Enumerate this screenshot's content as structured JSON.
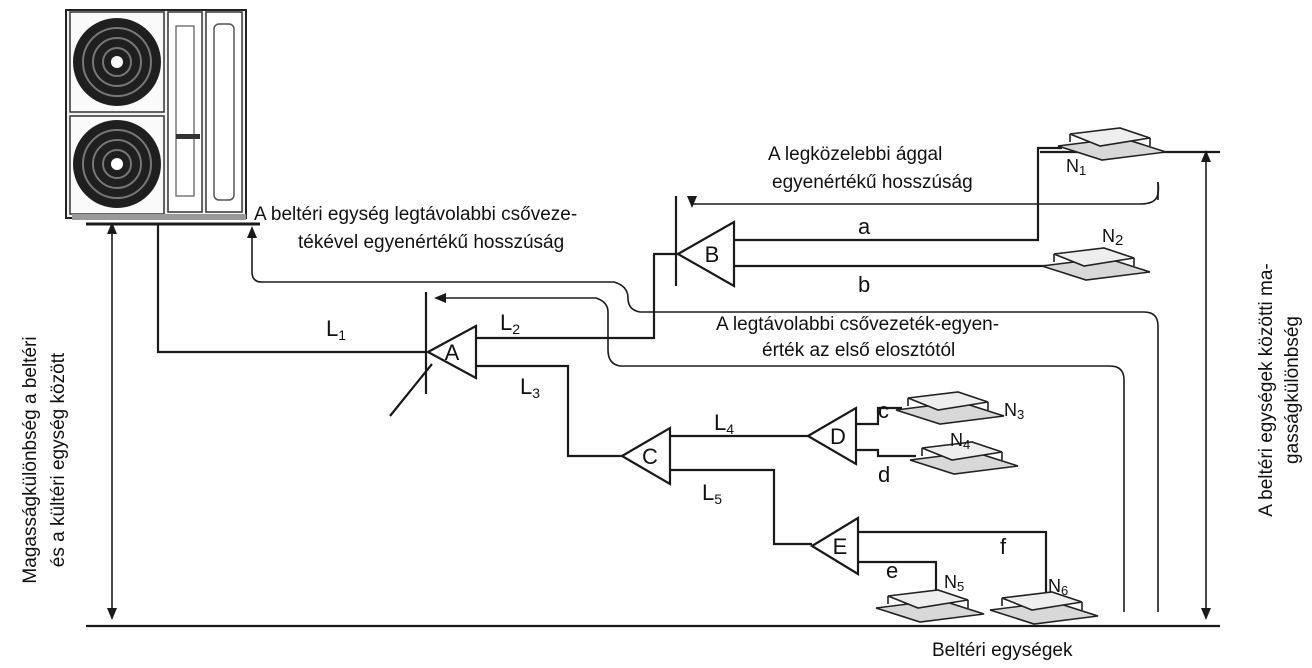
{
  "annotations": {
    "nearest_branch": [
      "A legközelebbi ággal",
      "egyenértékű hosszúság"
    ],
    "farthest_indoor": [
      "A beltéri egység legtávolabbi csőveze-",
      "tékével egyenértékű hosszúság"
    ],
    "farthest_from_first": [
      "A legtávolabbi csővezeték-egyen-",
      "érték az első elosztótól"
    ],
    "indoor_units": "Beltéri egységek"
  },
  "vertical_labels": {
    "left": [
      "Magasságkülönbség a beltéri",
      "és a kültéri egység között"
    ],
    "right": [
      "A beltéri egységek közötti ma-",
      "gasságkülönbség"
    ]
  },
  "branches": [
    "A",
    "B",
    "C",
    "D",
    "E"
  ],
  "pipes": {
    "L1": [
      "L",
      "1"
    ],
    "L2": [
      "L",
      "2"
    ],
    "L3": [
      "L",
      "3"
    ],
    "L4": [
      "L",
      "4"
    ],
    "L5": [
      "L",
      "5"
    ],
    "a": "a",
    "b": "b",
    "c": "c",
    "d": "d",
    "e": "e",
    "f": "f"
  },
  "units": {
    "N1": [
      "N",
      "1"
    ],
    "N2": [
      "N",
      "2"
    ],
    "N3": [
      "N",
      "3"
    ],
    "N4": [
      "N",
      "4"
    ],
    "N5": [
      "N",
      "5"
    ],
    "N6": [
      "N",
      "6"
    ]
  }
}
